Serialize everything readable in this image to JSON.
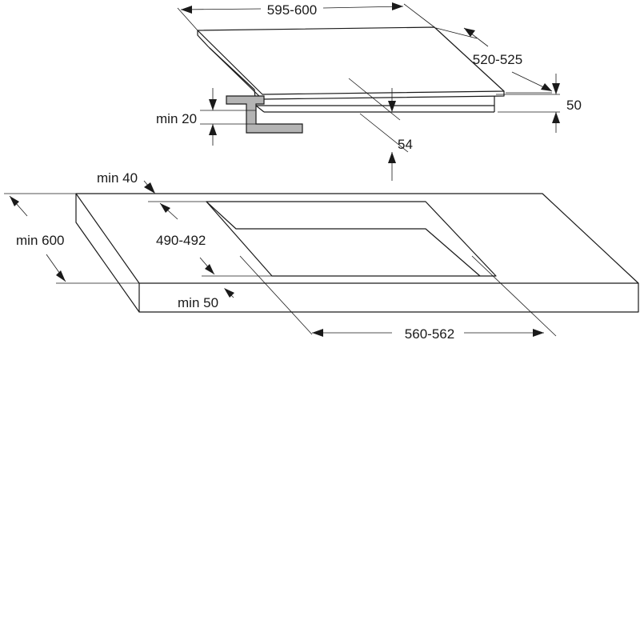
{
  "hob_dimensions": {
    "width": "595-600",
    "depth": "520-525",
    "height": "50",
    "clip_clearance": "min 20",
    "below_depth": "54"
  },
  "cutout_dimensions": {
    "front_distance": "min 40",
    "worktop_depth": "min 600",
    "cutout_depth": "490-492",
    "rear_distance": "min 50",
    "cutout_width": "560-562"
  },
  "colors": {
    "line": "#1a1a1a",
    "bracket_fill": "#b4b4b4",
    "background": "#ffffff"
  }
}
